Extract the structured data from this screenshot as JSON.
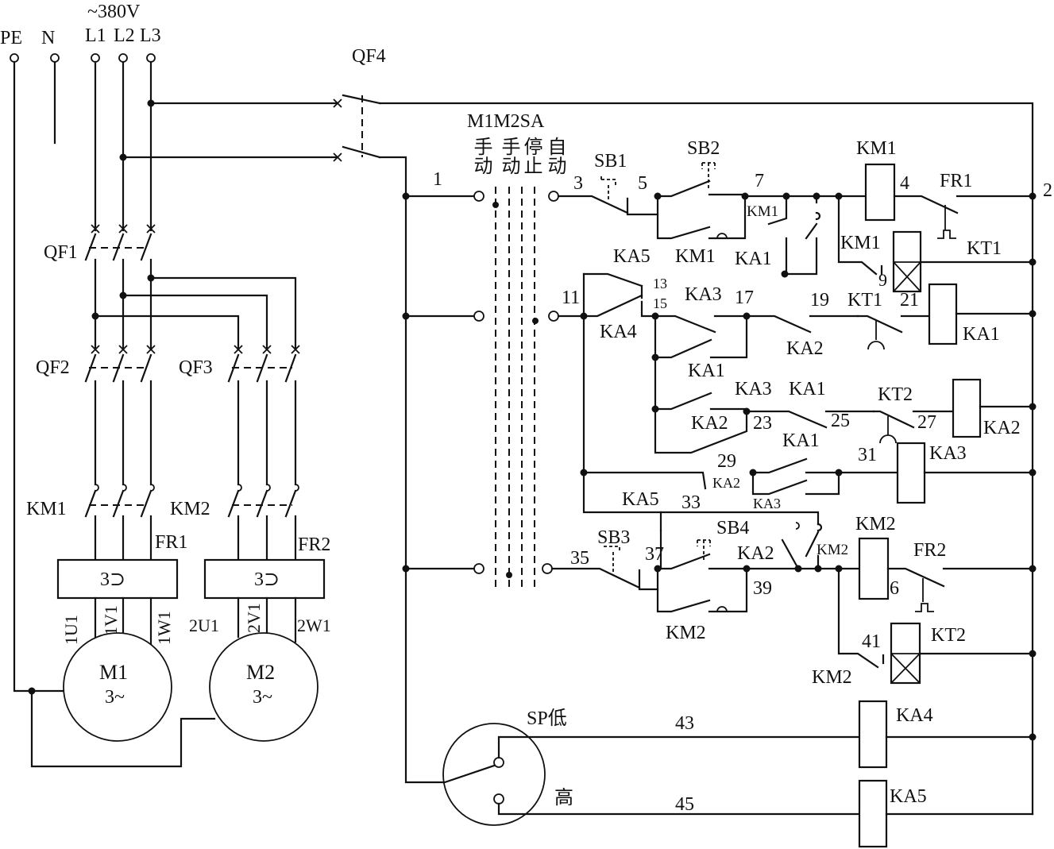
{
  "diagram": {
    "supply": {
      "voltage": "~380V",
      "pe": "PE",
      "n": "N",
      "l1": "L1",
      "l2": "L2",
      "l3": "L3"
    },
    "breakers": {
      "qf1": "QF1",
      "qf2": "QF2",
      "qf3": "QF3",
      "qf4": "QF4"
    },
    "power": {
      "km1": "KM1",
      "km2": "KM2",
      "fr1": "FR1",
      "fr2": "FR2",
      "relay_label": "3⊃",
      "motor1_name": "M1",
      "motor2_name": "M2",
      "motor_phase": "3~",
      "m1_terms": [
        "1U1",
        "1V1",
        "1W1"
      ],
      "m2_terms": [
        "2U1",
        "2V1",
        "2W1"
      ]
    },
    "selector": {
      "header": "M1M2SA",
      "cols": [
        "手动",
        "手动",
        "停止",
        "自动"
      ]
    },
    "nodes": {
      "n1": "1",
      "n2": "2",
      "n3": "3",
      "n4": "4",
      "n5": "5",
      "n6": "6",
      "n7": "7",
      "n9": "9",
      "n11": "11",
      "n13": "13",
      "n15": "15",
      "n17": "17",
      "n19": "19",
      "n21": "21",
      "n23": "23",
      "n25": "25",
      "n27": "27",
      "n29": "29",
      "n31": "31",
      "n33": "33",
      "n35": "35",
      "n37": "37",
      "n39": "39",
      "n41": "41",
      "n43": "43",
      "n45": "45"
    },
    "control": {
      "sb1": "SB1",
      "sb2": "SB2",
      "sb3": "SB3",
      "sb4": "SB4",
      "km1": "KM1",
      "km2": "KM2",
      "fr1": "FR1",
      "fr2": "FR2",
      "kt1": "KT1",
      "kt2": "KT2",
      "ka1": "KA1",
      "ka2": "KA2",
      "ka3": "KA3",
      "ka4": "KA4",
      "ka5": "KA5"
    },
    "level_switch": {
      "sp_low": "SP低",
      "high": "高"
    }
  }
}
